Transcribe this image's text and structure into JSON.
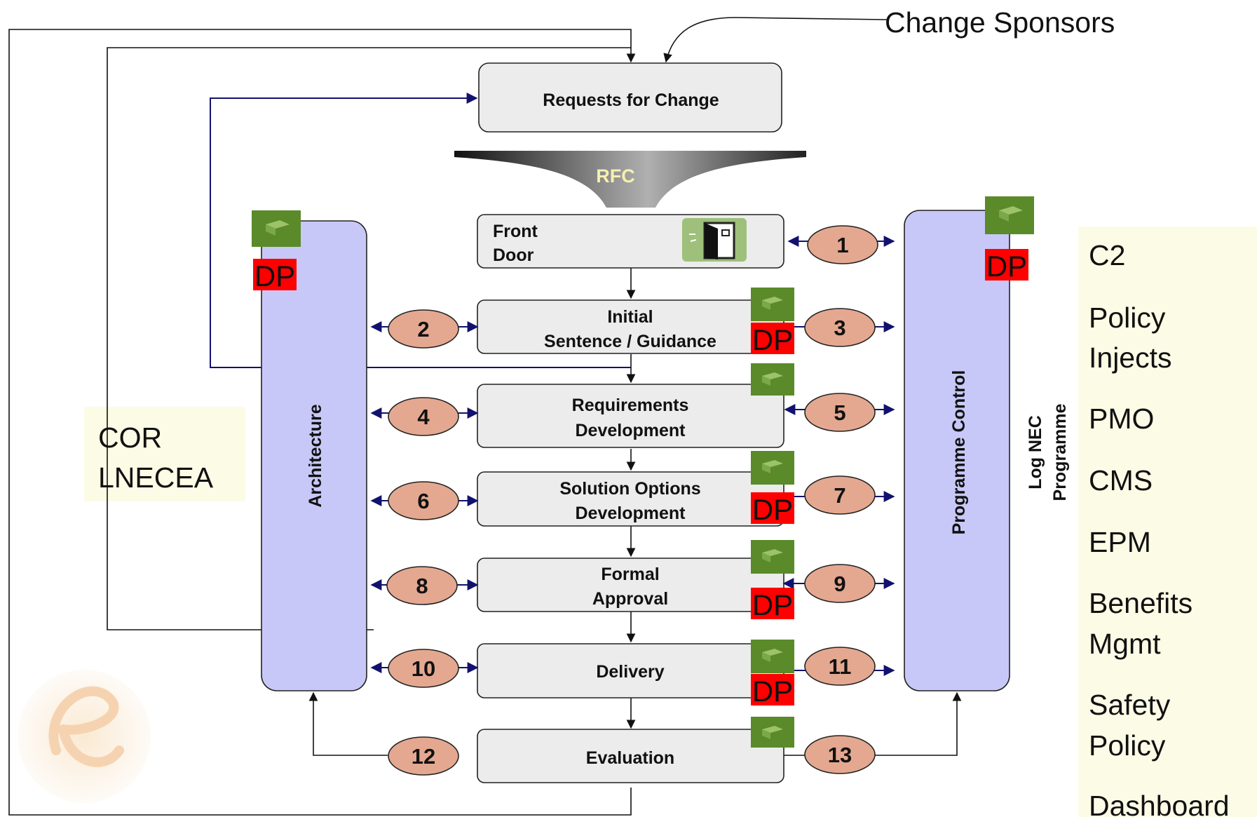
{
  "top_label": "Change Sponsors",
  "funnel_label": "RFC",
  "stages": {
    "requests": "Requests for Change",
    "front_door": [
      "Front",
      "Door"
    ],
    "initial": [
      "Initial",
      "Sentence / Guidance"
    ],
    "requirements": [
      "Requirements",
      "Development"
    ],
    "solution": [
      "Solution Options",
      "Development"
    ],
    "formal": [
      "Formal",
      "Approval"
    ],
    "delivery": "Delivery",
    "evaluation": "Evaluation"
  },
  "architecture_label": "Architecture",
  "programme_control_label": "Programme Control",
  "log_nec_label": [
    "Log NEC",
    "Programme"
  ],
  "cor_label": [
    "COR",
    "LNECEA"
  ],
  "dp_label": "DP",
  "numbers": [
    "1",
    "2",
    "3",
    "4",
    "5",
    "6",
    "7",
    "8",
    "9",
    "10",
    "11",
    "12",
    "13"
  ],
  "right_list": [
    "C2",
    "Policy",
    "Injects",
    "PMO",
    "CMS",
    "EPM",
    "Benefits",
    "Mgmt",
    "Safety",
    "Policy",
    "Dashboard"
  ],
  "icons": [
    "package-icon",
    "door-icon",
    "funnel-icon",
    "logo-watermark-icon"
  ],
  "colors": {
    "side_boxes": "#c8c8f8",
    "stage_boxes": "#ececec",
    "number_ellipses": "#e4a890",
    "dp_badge": "#ff0000",
    "package_icon": "#5a8a2a",
    "navy_arrows": "#12126e",
    "right_panel": "#fcfce6"
  }
}
